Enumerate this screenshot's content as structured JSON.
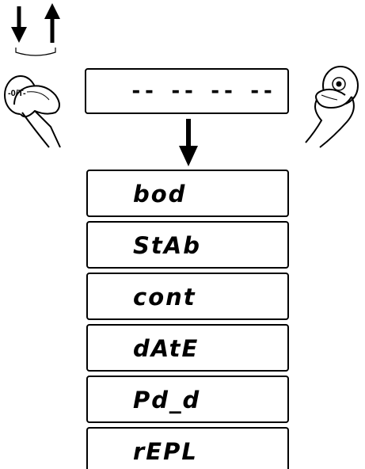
{
  "zero_tare_key": {
    "label": "-0/T-"
  },
  "main_display": {
    "text": "-- -- -- --"
  },
  "menu": {
    "items": [
      {
        "label": "bod"
      },
      {
        "label": "StAb"
      },
      {
        "label": "cont"
      },
      {
        "label": "dAtE"
      },
      {
        "label": "Pd_d"
      },
      {
        "label": "rEPL"
      }
    ]
  }
}
